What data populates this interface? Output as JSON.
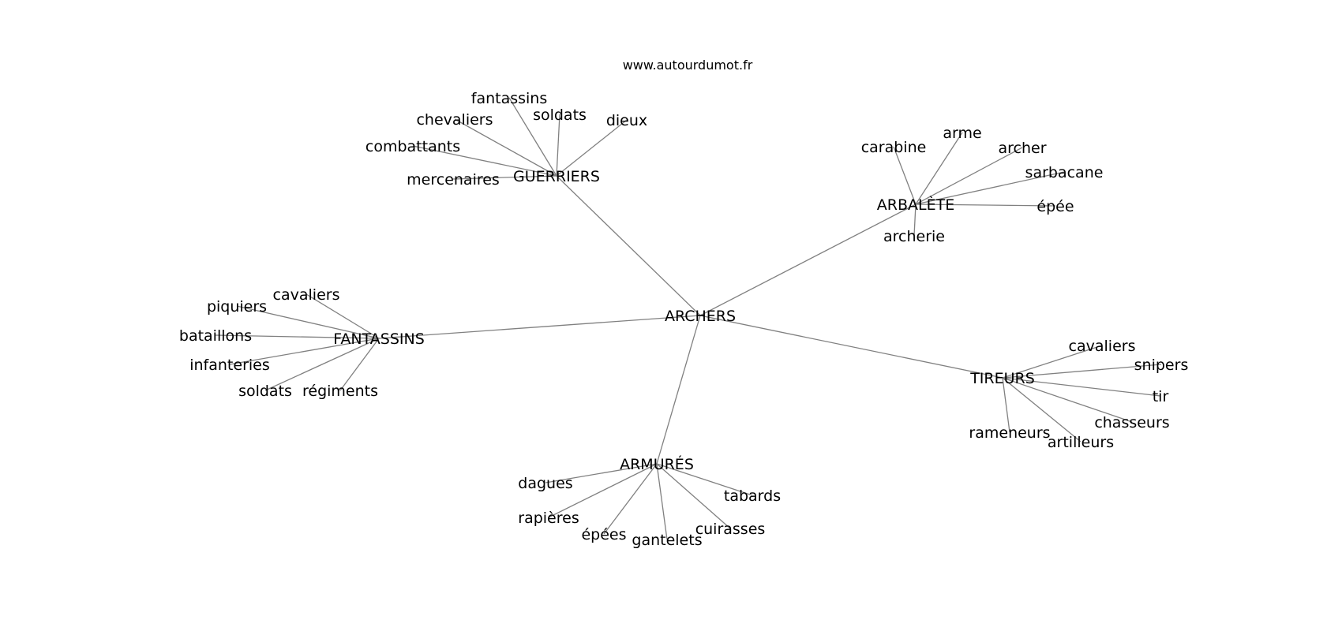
{
  "source_text": "www.autourdumot.fr",
  "graph": {
    "center": "ARCHERS",
    "hubs": [
      {
        "id": "guerriers",
        "label": "GUERRIERS",
        "leaves": [
          "fantassins",
          "chevaliers",
          "soldats",
          "dieux",
          "combattants",
          "mercenaires"
        ]
      },
      {
        "id": "arbalete",
        "label": "ARBALÈTE",
        "leaves": [
          "carabine",
          "arme",
          "archer",
          "sarbacane",
          "épée",
          "archerie"
        ]
      },
      {
        "id": "fantassins",
        "label": "FANTASSINS",
        "leaves": [
          "cavaliers",
          "piquiers",
          "bataillons",
          "infanteries",
          "soldats",
          "régiments"
        ]
      },
      {
        "id": "tireurs",
        "label": "TIREURS",
        "leaves": [
          "cavaliers",
          "snipers",
          "tir",
          "chasseurs",
          "artilleurs",
          "rameneurs"
        ]
      },
      {
        "id": "armures",
        "label": "ARMURÉS",
        "leaves": [
          "dagues",
          "tabards",
          "rapières",
          "épées",
          "gantelets",
          "cuirasses"
        ]
      }
    ]
  },
  "colors": {
    "edge": "#808080",
    "text": "#000000",
    "background": "#ffffff"
  }
}
